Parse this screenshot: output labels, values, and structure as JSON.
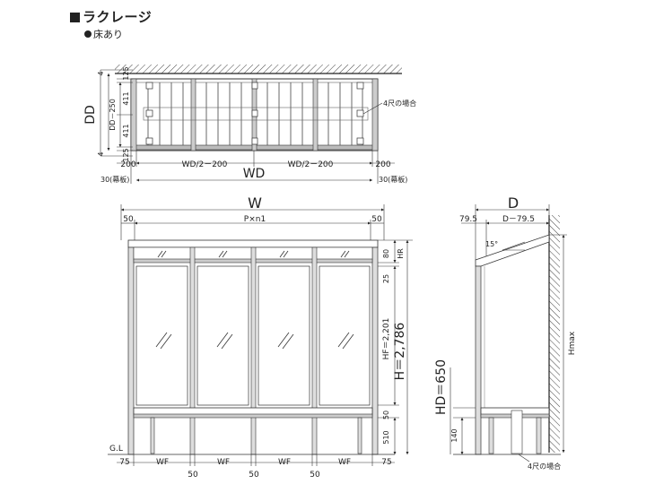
{
  "header": {
    "title": "ラクレージ",
    "subtitle": "床あり"
  },
  "plan": {
    "dd_label": "DD",
    "dd_parts": [
      "125",
      "411",
      "411",
      "125"
    ],
    "dd_sub": "DD－250",
    "edge_4_top": "4",
    "edge_4_bottom": "4",
    "note_4shaku": "4尺の場合",
    "end_left": "200",
    "end_right": "200",
    "wd_half_left": "WD/2－200",
    "wd_half_right": "WD/2－200",
    "wd_label": "WD",
    "makuita_left": "30(幕板)",
    "makuita_right": "30(幕板)"
  },
  "front": {
    "w_label": "W",
    "left_50": "50",
    "right_50": "50",
    "pxn": "P×n1",
    "hr_label": "HR",
    "dim_80": "80",
    "dim_25": "25",
    "hf": "HF＝2,201",
    "h": "H＝2,786",
    "dim_50": "50",
    "dim_510": "510",
    "gl": "G.L",
    "bottom_75_left": "75",
    "bottom_75_right": "75",
    "wf": [
      "WF",
      "WF",
      "WF",
      "WF"
    ],
    "mid_50": [
      "50",
      "50",
      "50"
    ]
  },
  "side": {
    "d_label": "D",
    "d_left": "79.5",
    "d_sub": "D－79.5",
    "angle": "15°",
    "hmax": "Hmax",
    "hd": "HD＝650",
    "dim_140": "140",
    "note_4shaku": "4尺の場合"
  }
}
